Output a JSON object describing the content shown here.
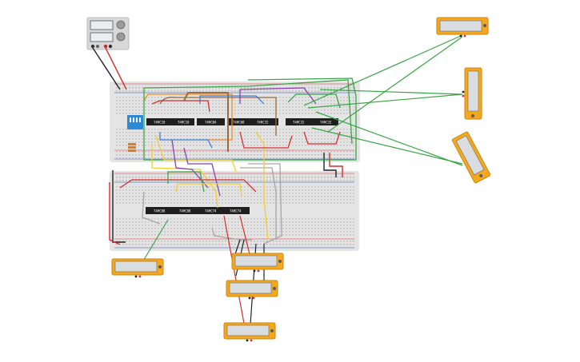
{
  "colors": {
    "canvas": "#ffffff",
    "breadboard": "#e4e4e4",
    "breadboard_hole": "#8a8a8a",
    "chip": "#1f1f1f",
    "chip_label": "#ffffff",
    "multimeter_body": "#f5a81c",
    "multimeter_screen": "#d9dde0",
    "wire_red": "#d32f2f",
    "wire_black": "#222222",
    "wire_green": "#3aa547",
    "wire_blue": "#3c7fd6",
    "wire_yellow": "#f2cd2e",
    "wire_orange": "#f08a24",
    "wire_purple": "#8a3fb0",
    "wire_brown": "#9c6b3c",
    "wire_gray": "#a6a6a6",
    "dip_switch": "#2b8ad6"
  },
  "power_supply": {
    "icon": "dc-power-supply-icon"
  },
  "breadboards": {
    "top": {
      "chips": [
        {
          "label": "74HC10"
        },
        {
          "label": "74HC10"
        },
        {
          "label": "74HC04"
        },
        {
          "label": "74HC08"
        },
        {
          "label": "74HC32"
        },
        {
          "label": "74HC32"
        },
        {
          "label": "74HC32"
        }
      ],
      "dip_switch": {
        "icon": "dip-switch-icon"
      },
      "resistor_pack": {
        "icon": "resistor-icon"
      }
    },
    "bottom": {
      "chips": [
        {
          "label": "74HC08"
        },
        {
          "label": "74HC08"
        },
        {
          "label": "74HC74"
        },
        {
          "label": "74HC74"
        }
      ]
    }
  },
  "multimeters": [
    {
      "icon": "multimeter-icon"
    },
    {
      "icon": "multimeter-icon"
    },
    {
      "icon": "multimeter-icon"
    },
    {
      "icon": "multimeter-icon"
    },
    {
      "icon": "multimeter-icon"
    },
    {
      "icon": "multimeter-icon"
    },
    {
      "icon": "multimeter-icon"
    }
  ]
}
